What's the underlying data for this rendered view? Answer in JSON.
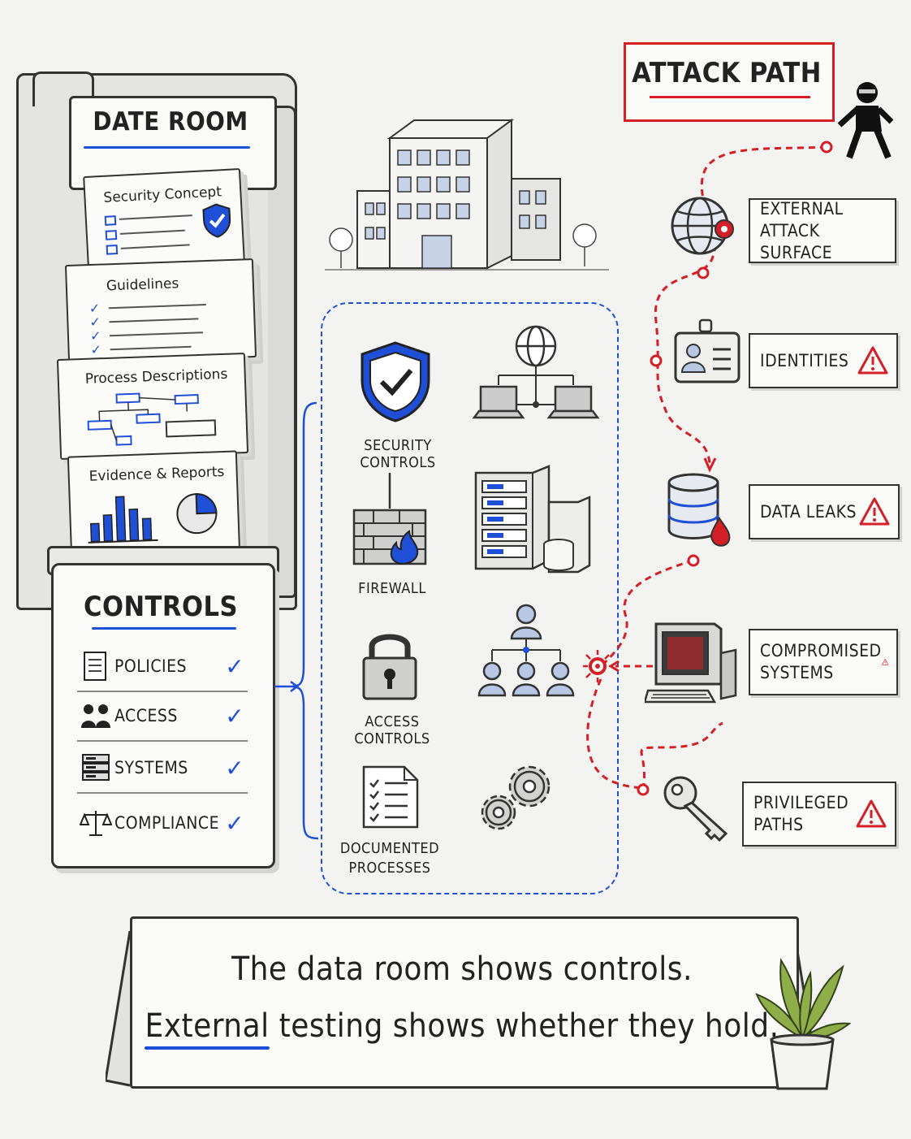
{
  "data_room": {
    "title": "DATE ROOM",
    "documents": [
      {
        "label": "Security Concept"
      },
      {
        "label": "Guidelines"
      },
      {
        "label": "Process Descriptions"
      },
      {
        "label": "Evidence & Reports"
      }
    ]
  },
  "controls": {
    "title": "CONTROLS",
    "items": [
      {
        "label": "POLICIES",
        "icon": "document-icon"
      },
      {
        "label": "ACCESS",
        "icon": "users-icon"
      },
      {
        "label": "SYSTEMS",
        "icon": "server-icon"
      },
      {
        "label": "COMPLIANCE",
        "icon": "scales-icon"
      }
    ],
    "check": "✓"
  },
  "middle": {
    "labels": {
      "security_controls": "SECURITY CONTROLS",
      "firewall": "FIREWALL",
      "access_controls": "ACCESS CONTROLS",
      "documented_processes_1": "DOCUMENTED",
      "documented_processes_2": "PROCESSES"
    }
  },
  "attack_path": {
    "title": "ATTACK PATH",
    "stages": [
      {
        "line1": "EXTERNAL",
        "line2": "ATTACK SURFACE",
        "warning": false
      },
      {
        "line1": "IDENTITIES",
        "line2": "",
        "warning": true
      },
      {
        "line1": "DATA LEAKS",
        "line2": "",
        "warning": true
      },
      {
        "line1": "COMPROMISED",
        "line2": "SYSTEMS",
        "warning": true
      },
      {
        "line1": "PRIVILEGED",
        "line2": "PATHS",
        "warning": true
      }
    ]
  },
  "sign": {
    "line1": "The data room shows controls.",
    "line2_emph": "External",
    "line2_rest": " testing shows whether they hold."
  },
  "colors": {
    "accent_blue": "#1f4fd6",
    "alert_red": "#d41f26",
    "ink": "#222222"
  }
}
